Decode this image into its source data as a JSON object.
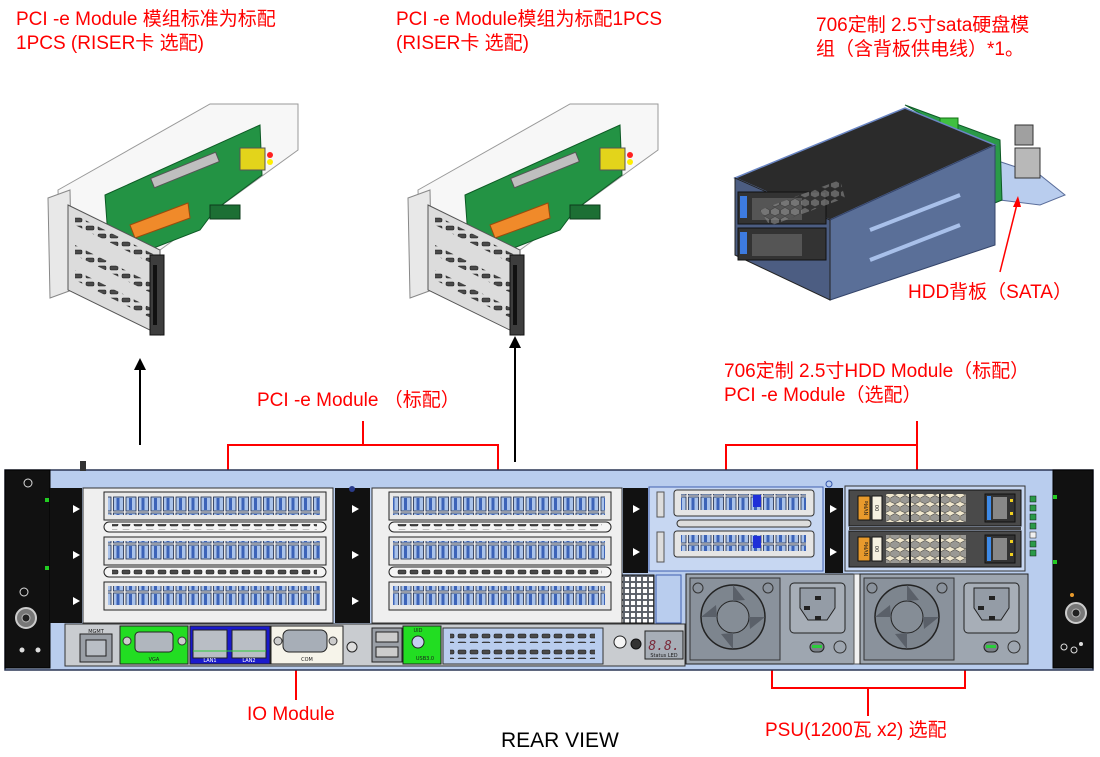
{
  "diagram": {
    "title": "REAR VIEW",
    "callouts": {
      "riser_left": {
        "line1": "PCI -e Module 模组标准为标配",
        "line2": "1PCS  (RISER卡 选配)"
      },
      "riser_center": {
        "line1": "PCI -e Module模组为标配1PCS",
        "line2": "(RISER卡 选配)"
      },
      "hdd_module_top": {
        "line1": "706定制 2.5寸sata硬盘模",
        "line2": "组（含背板供电线）*1。"
      },
      "hdd_backplane": "HDD背板（SATA）",
      "pcie_bracket": "PCI -e Module （标配）",
      "hdd_module_bracket": {
        "line1": "706定制 2.5寸HDD Module（标配）",
        "line2": "PCI -e Module（选配）"
      },
      "io_module": "IO Module",
      "psu": "PSU(1200瓦 x2) 选配"
    },
    "chassis_labels": {
      "mgmt": "MGMT",
      "vga": "VGA",
      "lan1": "LAN1",
      "lan2": "LAN2",
      "com": "COM",
      "uid": "UID",
      "usb": "USB3.0",
      "debug_display": "8.8.",
      "status_led": "Status LED",
      "hdd_tag": "NVMe",
      "hdd_id": "00"
    },
    "colors": {
      "callout": "#ff0000",
      "chassis_blue": "#b9cdee",
      "vga_green": "#22dd22",
      "lan_blue": "#1a1acc",
      "pcb_green": "#1f8a3a"
    }
  }
}
